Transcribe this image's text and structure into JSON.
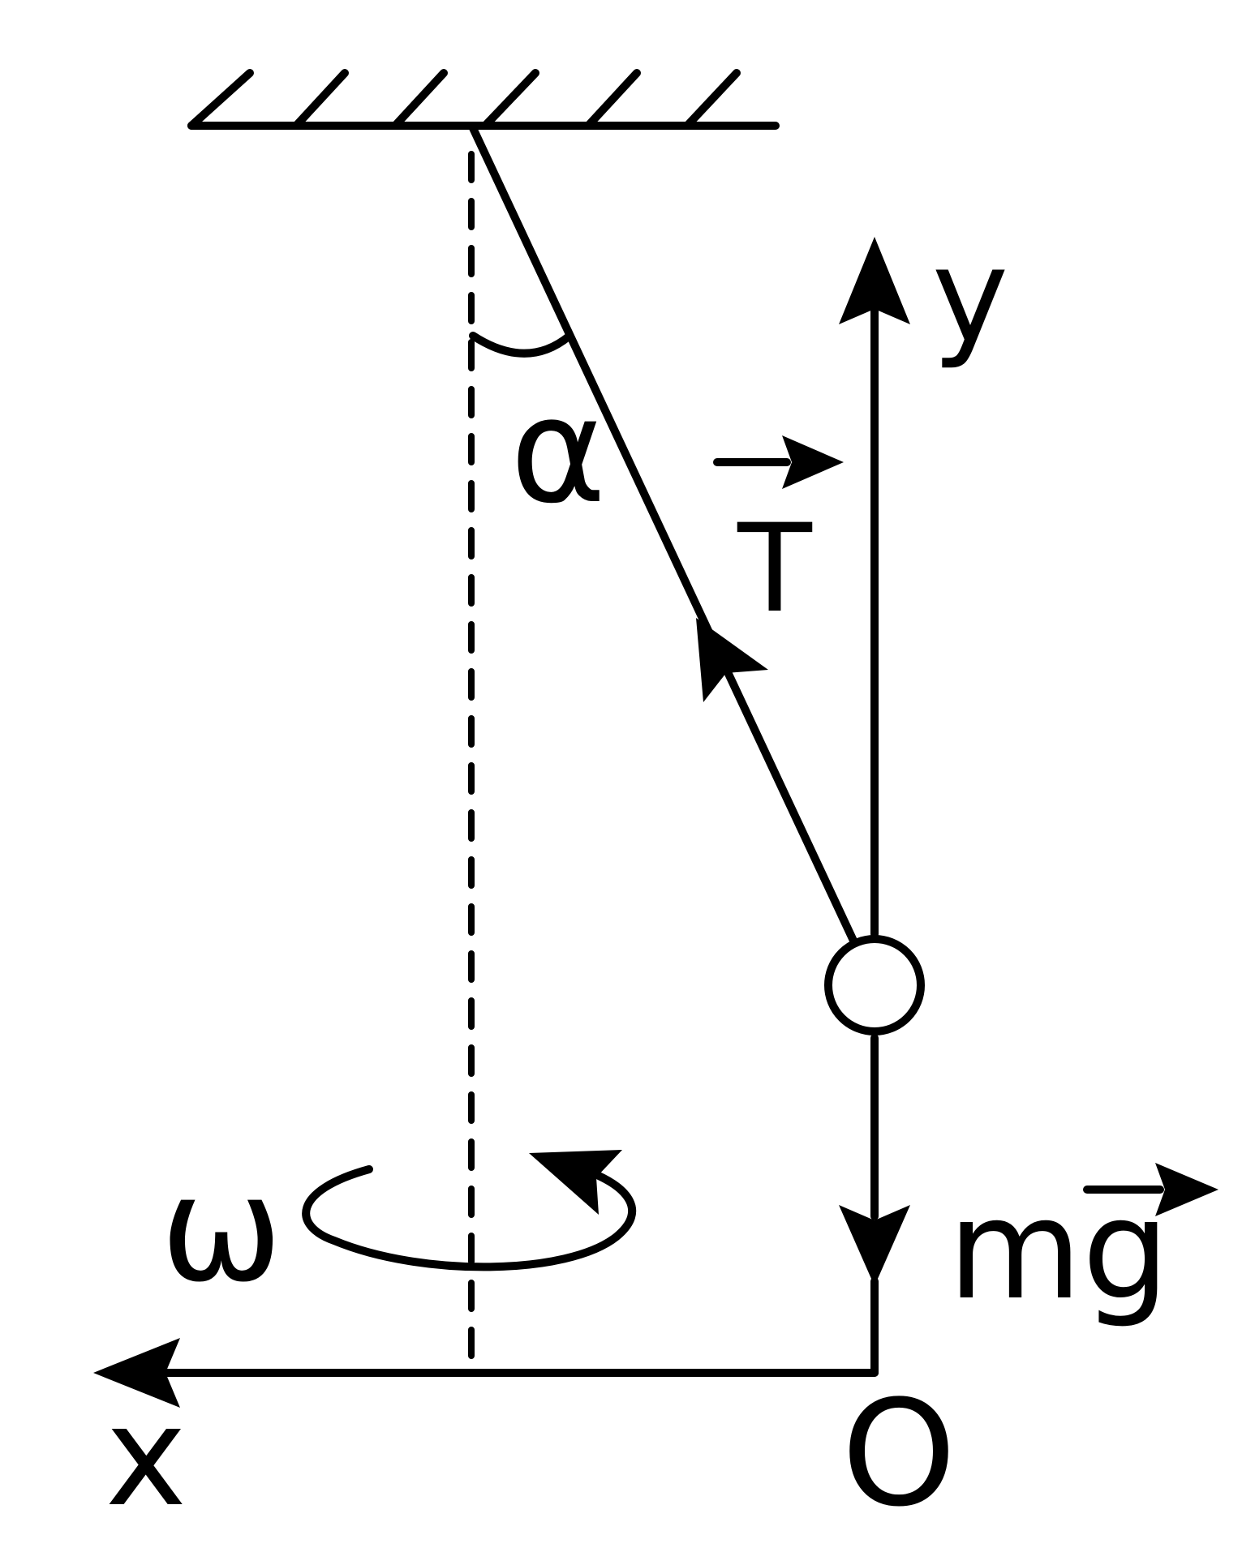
{
  "labels": {
    "alpha": "α",
    "tension": "T",
    "y_axis": "y",
    "x_axis": "x",
    "omega": "ω",
    "gravity": "mg",
    "origin": "O"
  },
  "colors": {
    "stroke": "#000000",
    "background": "#ffffff"
  }
}
